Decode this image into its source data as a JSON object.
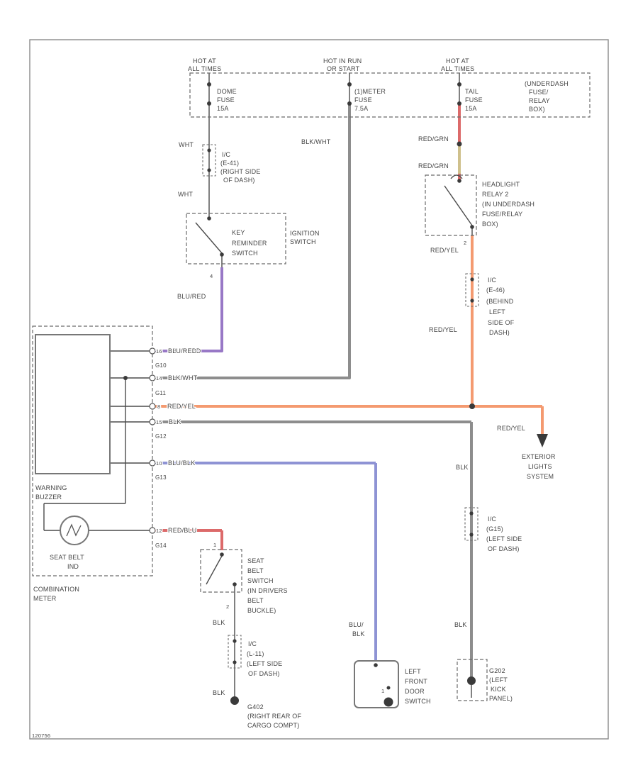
{
  "page": {
    "corner_code": "120756"
  },
  "colors": {
    "wire_blu_red": "#9878c6",
    "wire_blk_wht": "#8d8d8d",
    "wire_blk": "#8d8d8d",
    "wire_red": "#dc6a6a",
    "wire_red_yel": "#f49a70",
    "wire_blu_blk": "#8e93d4",
    "wire_tan": "#cfc08c",
    "line": "#4b4b4b",
    "text": "#454545"
  },
  "top": {
    "hot1": {
      "l1": "HOT AT",
      "l2": "ALL TIMES"
    },
    "hot2": {
      "l1": "HOT IN RUN",
      "l2": "OR START"
    },
    "hot3": {
      "l1": "HOT AT",
      "l2": "ALL TIMES"
    },
    "fuse1": {
      "l1": "DOME",
      "l2": "FUSE",
      "amps": "15A"
    },
    "fuse2": {
      "l1": "(1)METER",
      "l2": "FUSE",
      "amps": "7.5A"
    },
    "fuse3": {
      "l1": "TAIL",
      "l2": "FUSE",
      "amps": "15A"
    },
    "box": {
      "l1": "(UNDERDASH",
      "l2": "FUSE/",
      "l3": "RELAY",
      "l4": "BOX)"
    }
  },
  "left": {
    "wht_upper": "WHT",
    "wht_lower": "WHT",
    "e41": {
      "l1": "I/C",
      "l2": "(E-41)",
      "l3": "(RIGHT SIDE",
      "l4": "OF DASH)"
    },
    "ignition": {
      "l1": "IGNITION",
      "l2": "SWITCH"
    },
    "key_reminder": {
      "l1": "KEY",
      "l2": "REMINDER",
      "l3": "SWITCH"
    },
    "pin4": "4",
    "blu_red_v": "BLU/RED",
    "blu_red_h": "BLU/RED",
    "blk_wht": "BLK/WHT"
  },
  "right": {
    "red_grn1": "RED/GRN",
    "red_grn2": "RED/GRN",
    "relay": {
      "l1": "HEADLIGHT",
      "l2": "RELAY 2",
      "l3": "(IN UNDERDASH",
      "l4": "FUSE/RELAY",
      "l5": "BOX)"
    },
    "pin2": "2",
    "red_yel1": "RED/YEL",
    "red_yel2": "RED/YEL",
    "red_yel3": "RED/YEL",
    "e46": {
      "l1": "I/C",
      "l2": "(E-46)",
      "l3": "(BEHIND",
      "l4": "LEFT",
      "l5": "SIDE OF",
      "l6": "DASH)"
    },
    "exterior": {
      "l1": "EXTERIOR",
      "l2": "LIGHTS",
      "l3": "SYSTEM"
    },
    "blk1": "BLK",
    "blk2": "BLK",
    "g15": {
      "l1": "I/C",
      "l2": "(G15)",
      "l3": "(LEFT SIDE",
      "l4": "OF DASH)"
    },
    "g202": {
      "l1": "G202",
      "l2": "(LEFT",
      "l3": "KICK",
      "l4": "PANEL)"
    }
  },
  "meter": {
    "warning": {
      "l1": "WARNING",
      "l2": "BUZZER"
    },
    "ind": {
      "l1": "SEAT BELT",
      "l2": "IND"
    },
    "name": {
      "l1": "COMBINATION",
      "l2": "METER"
    },
    "pins": [
      {
        "pin": "16",
        "wire": "BLU/RED",
        "conn": "G10"
      },
      {
        "pin": "14",
        "wire": "BLK/WHT",
        "conn": "G11"
      },
      {
        "pin": "8",
        "wire": "RED/YEL",
        "conn": ""
      },
      {
        "pin": "15",
        "wire": "BLK",
        "conn": "G12"
      },
      {
        "pin": "10",
        "wire": "BLU/BLK",
        "conn": "G13"
      },
      {
        "pin": "12",
        "wire": "RED/BLU",
        "conn": "G14"
      }
    ]
  },
  "bottom": {
    "seat_belt": {
      "pin_top": "1",
      "pin_bottom": "2",
      "l1": "SEAT",
      "l2": "BELT",
      "l3": "SWITCH",
      "l4": "(IN DRIVERS",
      "l5": "BELT",
      "l6": "BUCKLE)"
    },
    "blk1": "BLK",
    "blk2": "BLK",
    "l11": {
      "l1": "I/C",
      "l2": "(L-11)",
      "l3": "(LEFT SIDE",
      "l4": "OF DASH)"
    },
    "g402": {
      "l1": "G402",
      "l2": "(RIGHT REAR OF",
      "l3": "CARGO COMPT)"
    },
    "blu1": "BLU/",
    "blu2": "BLK",
    "door": {
      "pin": "1",
      "l1": "LEFT",
      "l2": "FRONT",
      "l3": "DOOR",
      "l4": "SWITCH"
    }
  }
}
